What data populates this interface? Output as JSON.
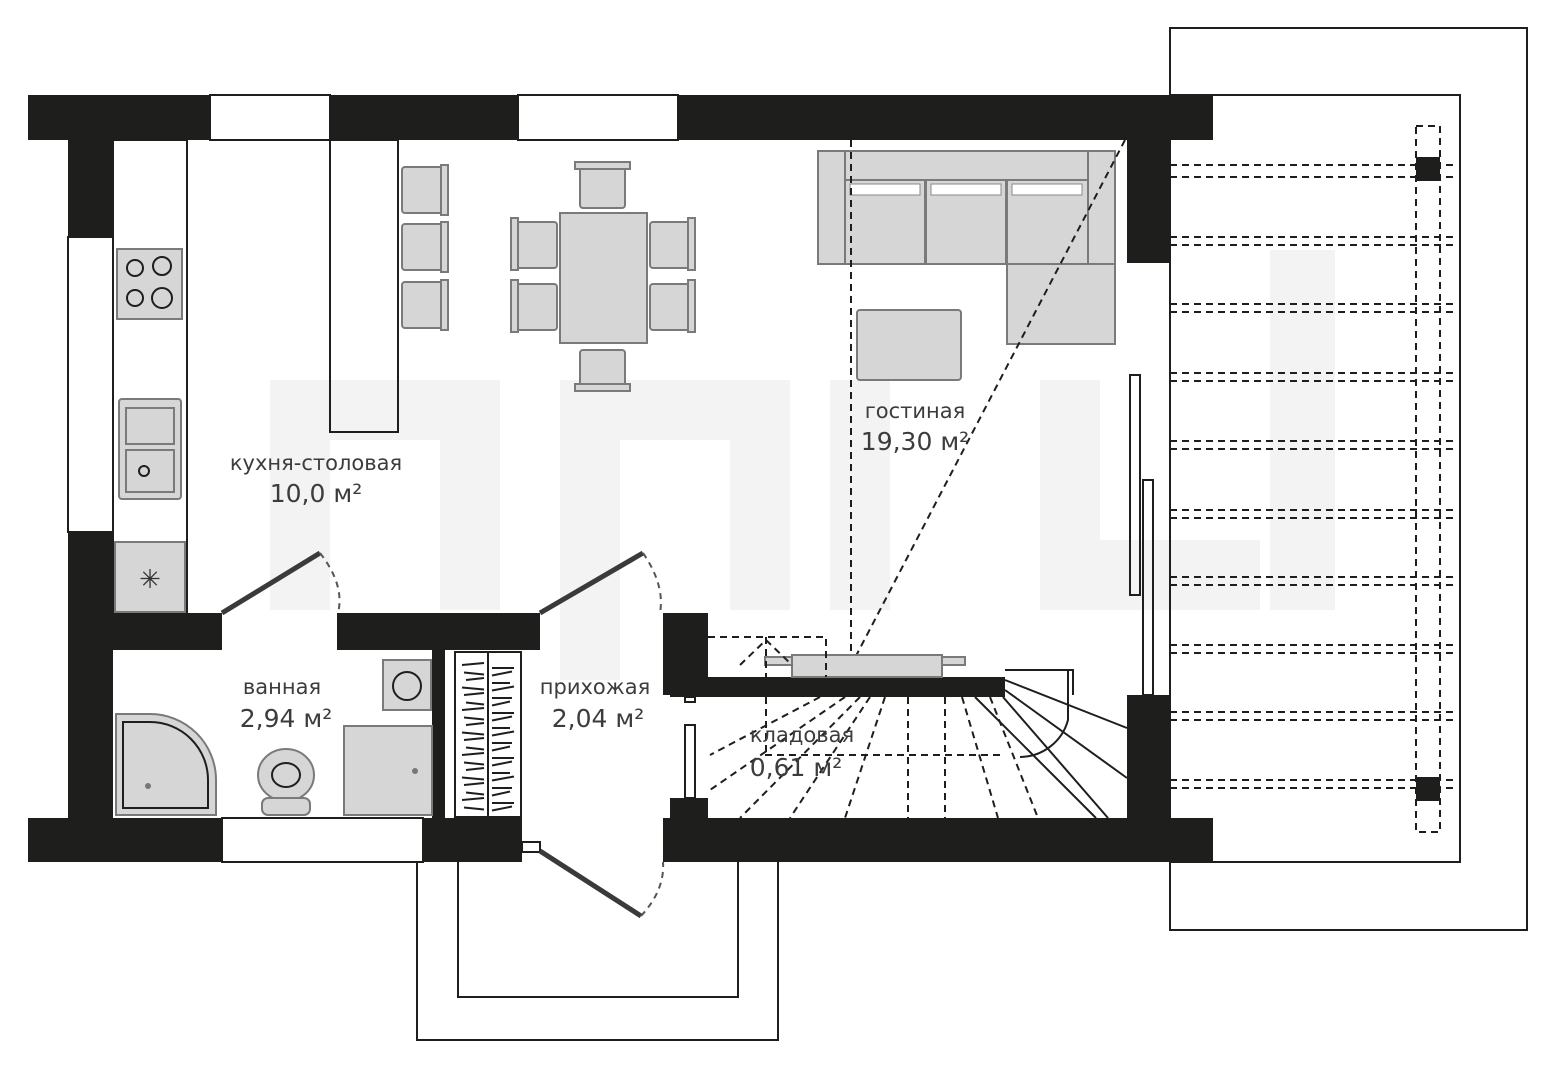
{
  "plan": {
    "rooms": [
      {
        "name": "кухня-столовая",
        "area": "10,0 м²"
      },
      {
        "name": "гостиная",
        "area": "19,30 м²"
      },
      {
        "name": "ванная",
        "area": "2,94 м²"
      },
      {
        "name": "прихожая",
        "area": "2,04 м²"
      },
      {
        "name": "кладовая",
        "area": "0,61 м²"
      }
    ],
    "colors": {
      "wall": "#1e1e1c",
      "furniture": "#d6d6d6",
      "text": "#3c3c3c"
    }
  }
}
